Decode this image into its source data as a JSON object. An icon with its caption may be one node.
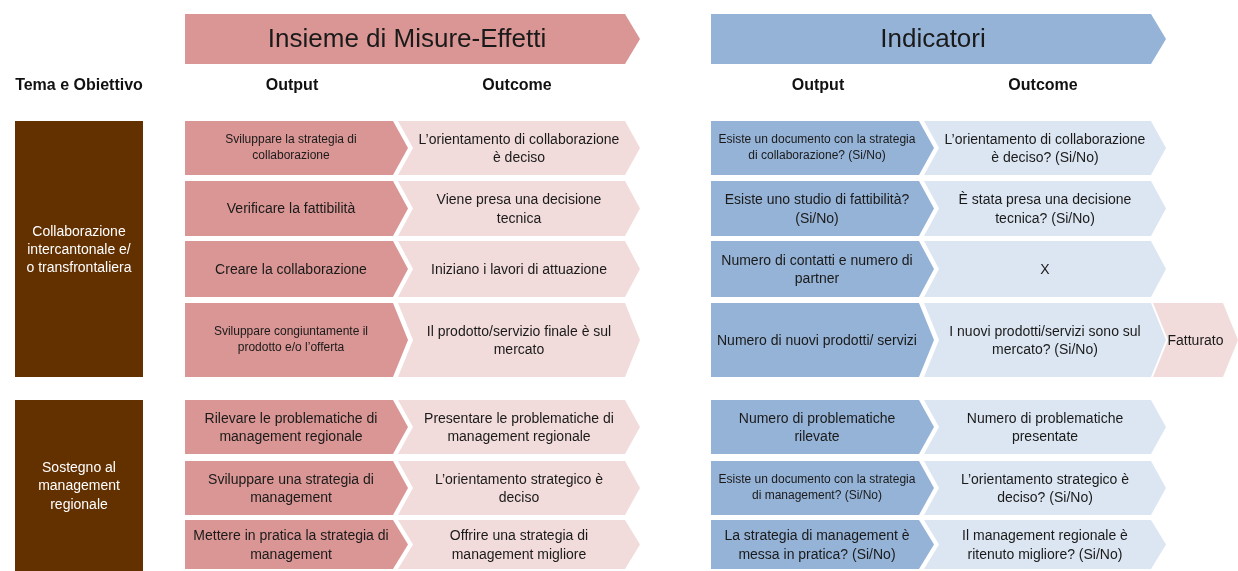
{
  "diagram": {
    "nodes": [
      {
        "text": [
          "Insieme di Misure-Effetti"
        ]
      },
      {
        "text": [
          "Indicatori"
        ]
      },
      {
        "text": [
          "Collaborazione intercantonale e/ o transfrontaliera"
        ]
      },
      {
        "text": [
          "Sviluppare la strategia di collaborazione"
        ]
      },
      {
        "text": [
          "L’orientamento di collaborazione è deciso"
        ]
      },
      {
        "text": [
          "Esiste un documento con la strategia di collaborazione? (Si/No)"
        ]
      },
      {
        "text": [
          "L’orientamento di collaborazione è deciso? (Si/No)"
        ]
      },
      {
        "text": [
          "Verificare la fattibilità"
        ]
      },
      {
        "text": [
          "Viene presa una decisione tecnica"
        ]
      },
      {
        "text": [
          "Esiste uno studio di fattibilità? (Si/No)"
        ]
      },
      {
        "text": [
          "È stata presa una decisione tecnica? (Si/No)"
        ]
      },
      {
        "text": [
          "Creare la collaborazione"
        ]
      },
      {
        "text": [
          "Iniziano i lavori di attuazione"
        ]
      },
      {
        "text": [
          "Numero di contatti e numero di partner"
        ]
      },
      {
        "text": [
          "X"
        ]
      },
      {
        "text": [
          "Sviluppare congiuntamente il prodotto e/o l’offerta"
        ]
      },
      {
        "text": [
          "Il prodotto/servizio finale è sul mercato"
        ]
      },
      {
        "text": [
          "Numero di nuovi prodotti/ servizi"
        ]
      },
      {
        "text": [
          "I nuovi prodotti/servizi  sono sul mercato? (Si/No)"
        ]
      },
      {
        "text": [
          "Fatturato"
        ]
      },
      {
        "text": [
          "Sostegno al management regionale"
        ]
      },
      {
        "text": [
          "Rilevare le problematiche di management regionale"
        ]
      },
      {
        "text": [
          "Presentare le problematiche di management regionale"
        ]
      },
      {
        "text": [
          "Numero di problematiche rilevate"
        ]
      },
      {
        "text": [
          "Numero di problematiche presentate"
        ]
      },
      {
        "text": [
          "Sviluppare una strategia di management"
        ]
      },
      {
        "text": [
          "L’orientamento strategico è deciso"
        ]
      },
      {
        "text": [
          "Esiste un documento con la strategia di management? (Si/No)"
        ]
      },
      {
        "text": [
          "L’orientamento strategico è deciso? (Si/No)"
        ]
      },
      {
        "text": [
          "Mettere in pratica la strategia di management"
        ]
      },
      {
        "text": [
          "Offrire una strategia di management migliore"
        ]
      },
      {
        "text": [
          "La strategia di management è messa in pratica? (Si/No)"
        ]
      },
      {
        "text": [
          "Il management regionale è ritenuto migliore? (Si/No)"
        ]
      }
    ],
    "labels": [
      "Tema e Obiettivo",
      "Output",
      "Outcome",
      "Output",
      "Outcome"
    ]
  }
}
